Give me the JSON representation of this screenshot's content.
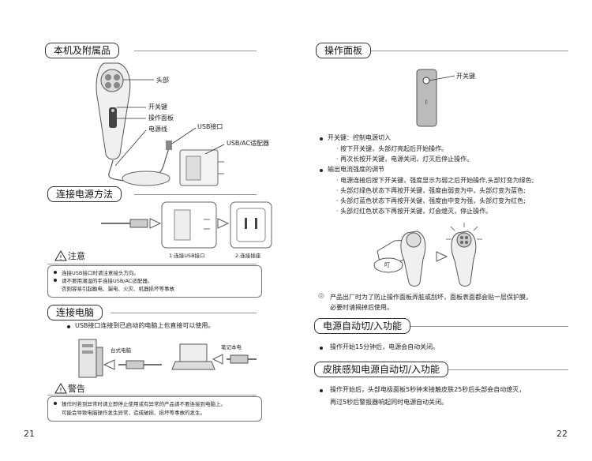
{
  "left": {
    "section1": {
      "title": "本机及附属品",
      "labels": {
        "head": "头部",
        "power_key": "开关键",
        "panel": "操作面板",
        "cord": "电源线",
        "usb": "USB接口",
        "adapter": "USB/AC适配器"
      }
    },
    "section2": {
      "title": "连接电源方法",
      "captions": [
        "1.连接USB接口",
        "2.连接插座"
      ]
    },
    "caution1": {
      "title": "注意",
      "lines": [
        "连接USB接口时请注意接头方向。",
        "请不要用潮湿的手连接USB/AC适配器。",
        "否则容易引起触电、漏电、火灾、机器损坏等事故"
      ]
    },
    "section3": {
      "title": "连接电脑",
      "bullet": "USB接口连接到已启动的电脑上也直接可以使用。",
      "labels": {
        "desktop": "台式电脑",
        "laptop": "笔记本电"
      }
    },
    "warning": {
      "title": "警告",
      "lines": [
        "操作时若到异常时请立即停止使用或有异常的产品请不要连接到电脑上。",
        "可能会导致电脑操作发生异常，造成破损、损坏等事故的发生。"
      ]
    },
    "page_number": "21"
  },
  "right": {
    "section1": {
      "title": "操作面板",
      "label": "开关键",
      "items": [
        {
          "bullet": "开关键：控制电源切入",
          "subs": [
            "· 按下开关键，头部灯亮起后开始操作。",
            "· 再次长按开关键，电源关闭，灯灭后停止操作。"
          ]
        },
        {
          "bullet": "输出电流强度的调节",
          "subs": [
            "· 电源连接后按下开关键，强度显示为弱之后开始操作,头部灯变为绿色;",
            "· 头部灯绿色状态下再按开关键，强度由弱变为中，头部灯变为蓝色;",
            "· 头部灯蓝色状态下再按开关键，强度由中变为强，头部灯变为红色;",
            "· 头部灯红色状态下再按开关键，灯会熄灭，停止操作。"
          ]
        }
      ],
      "callout": "叮",
      "note_lines": [
        "产品出厂时为了防止操作面板弄脏或刮坏，面板表面都会贴一层保护膜，",
        "必要时请揭掉后使用。"
      ]
    },
    "section2": {
      "title": "电源自动切/入功能",
      "bullet": "操作开始15分钟后，电源会自动关闭。"
    },
    "section3": {
      "title": "皮肤感知电源自动切/入功能",
      "lines": [
        "操作开始后，头部电极面板5秒钟未接触皮肤25秒后头部会自动熄灭，",
        "再过5秒后警报器响起同时电源自动关闭。"
      ]
    },
    "page_number": "22"
  }
}
